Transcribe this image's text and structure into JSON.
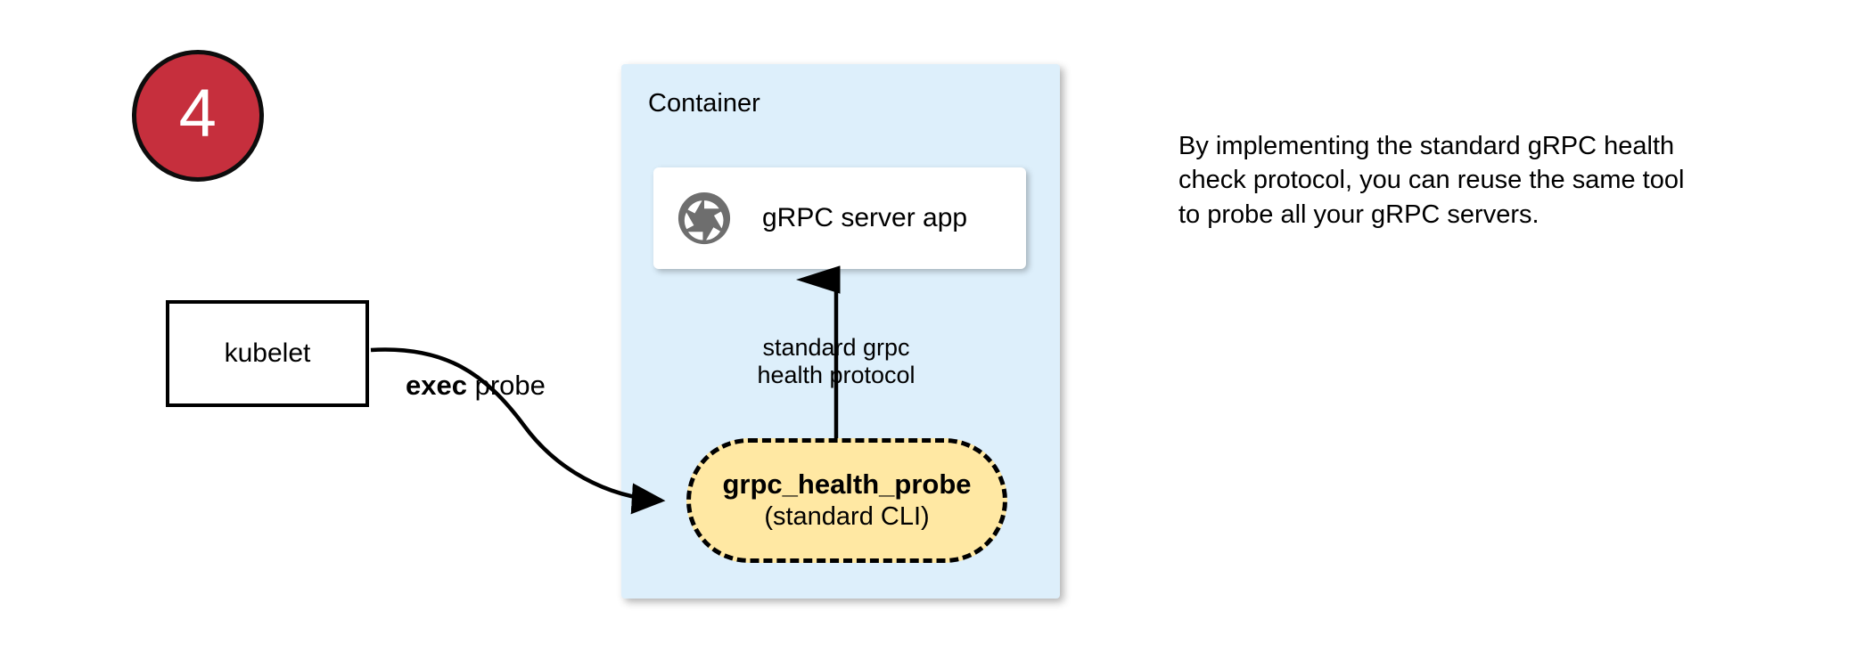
{
  "step": {
    "number": "4",
    "circle_color": "#c62f3d",
    "border_color": "#0d0d0d",
    "text_color": "#ffffff"
  },
  "kubelet": {
    "label": "kubelet"
  },
  "exec_probe": {
    "keyword": "exec",
    "rest": " probe"
  },
  "container": {
    "title": "Container",
    "fill_color": "#ddeffb"
  },
  "server_app": {
    "label": "gRPC server app",
    "icon": "aperture-icon",
    "icon_color": "#6e6e6e"
  },
  "protocol_arrow": {
    "line1": "standard grpc",
    "line2": "health protocol"
  },
  "probe": {
    "title": "grpc_health_probe",
    "subtitle": "(standard CLI)",
    "fill_color": "#ffe8a3",
    "border_style": "dashed",
    "border_color": "#000000"
  },
  "description": {
    "text": "By implementing the standard gRPC health check protocol, you can reuse the same tool to probe all your gRPC servers."
  }
}
